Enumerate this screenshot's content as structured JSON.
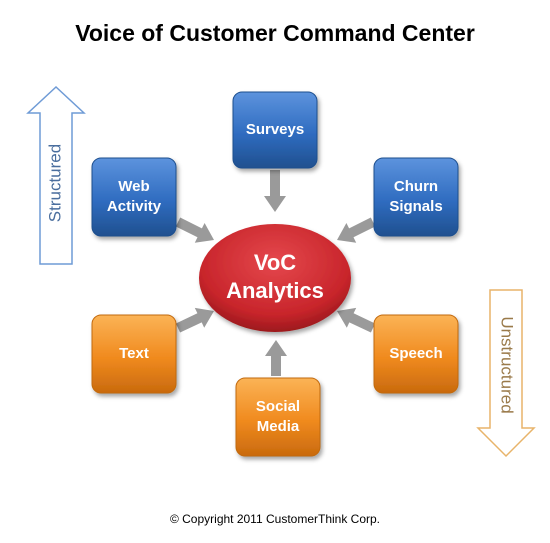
{
  "title": "Voice of Customer Command Center",
  "footer": "© Copyright 2011 CustomerThink Corp.",
  "center": {
    "lines": [
      "VoC",
      "Analytics"
    ]
  },
  "sources": [
    {
      "id": "surveys",
      "lines": [
        "Surveys"
      ],
      "kind": "structured"
    },
    {
      "id": "web-activity",
      "lines": [
        "Web",
        "Activity"
      ],
      "kind": "structured"
    },
    {
      "id": "churn-signals",
      "lines": [
        "Churn",
        "Signals"
      ],
      "kind": "structured"
    },
    {
      "id": "text",
      "lines": [
        "Text"
      ],
      "kind": "unstructured"
    },
    {
      "id": "speech",
      "lines": [
        "Speech"
      ],
      "kind": "unstructured"
    },
    {
      "id": "social-media",
      "lines": [
        "Social",
        "Media"
      ],
      "kind": "unstructured"
    }
  ],
  "side_arrows": {
    "structured": "Structured",
    "unstructured": "Unstructured"
  },
  "colors": {
    "structured_box": "#2f6cc0",
    "unstructured_box": "#f08a1e",
    "center": "#c8252b",
    "arrow": "#9a9a9a",
    "structured_arrow": "#6f9bd6",
    "unstructured_arrow": "#e8b46a"
  }
}
